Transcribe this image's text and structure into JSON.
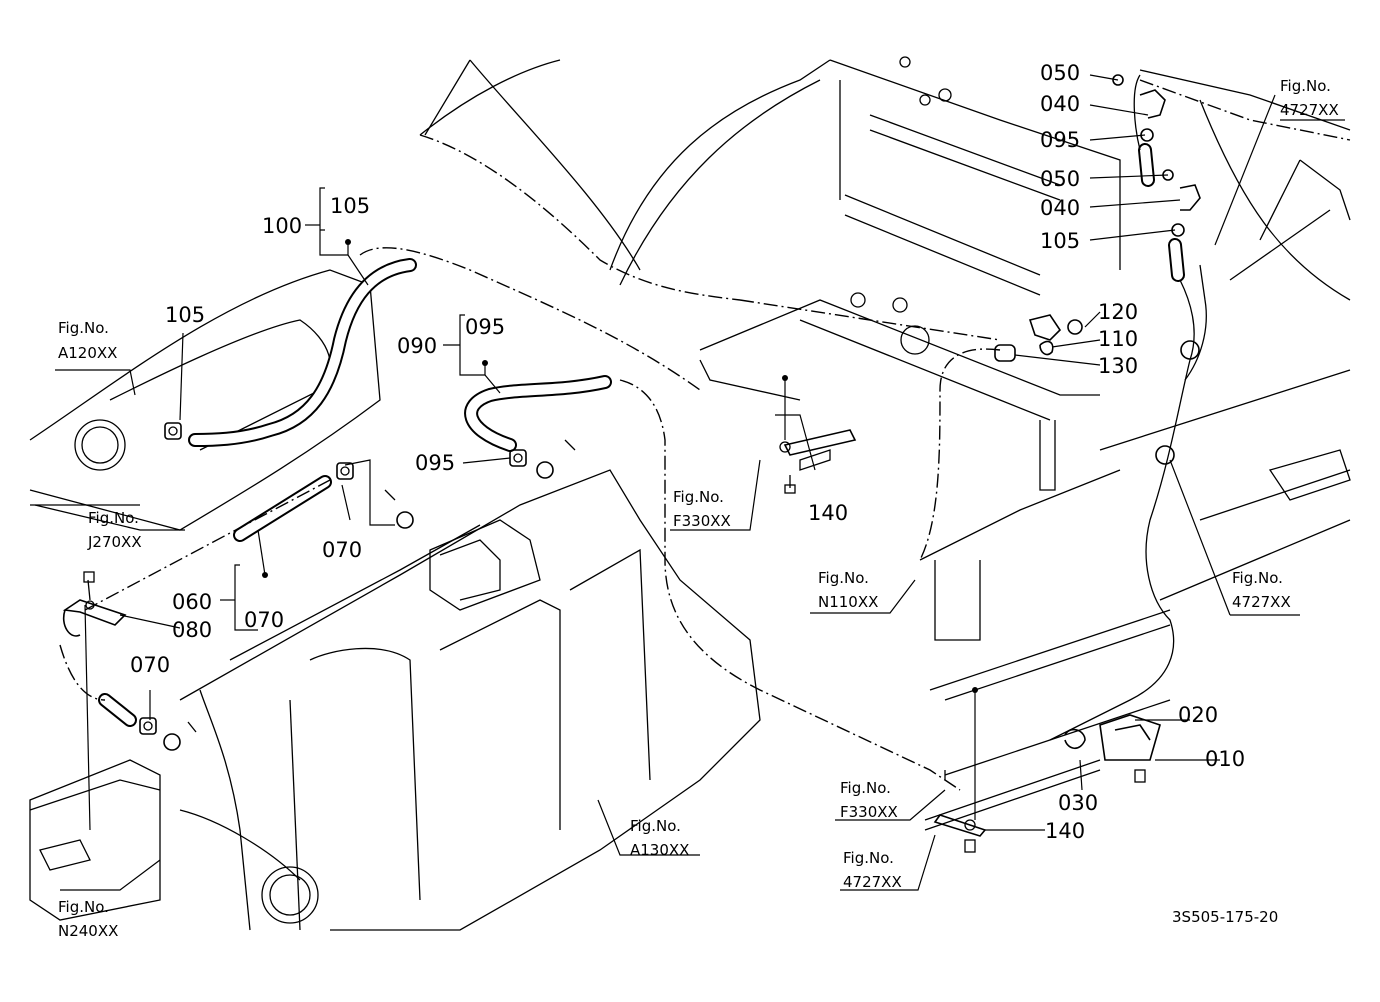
{
  "drawing_code": "3S505-175-20",
  "parts": {
    "p010": "010",
    "p020": "020",
    "p030": "030",
    "p040": "040",
    "p050": "050",
    "p060": "060",
    "p070": "070",
    "p080": "080",
    "p090": "090",
    "p095": "095",
    "p100": "100",
    "p105": "105",
    "p110": "110",
    "p120": "120",
    "p130": "130",
    "p140": "140"
  },
  "figrefs": {
    "fig_label": "Fig.No.",
    "a120": "A120XX",
    "j270": "J270XX",
    "n240": "N240XX",
    "a130": "A130XX",
    "f330": "F330XX",
    "n110": "N110XX",
    "r4727": "4727XX"
  }
}
